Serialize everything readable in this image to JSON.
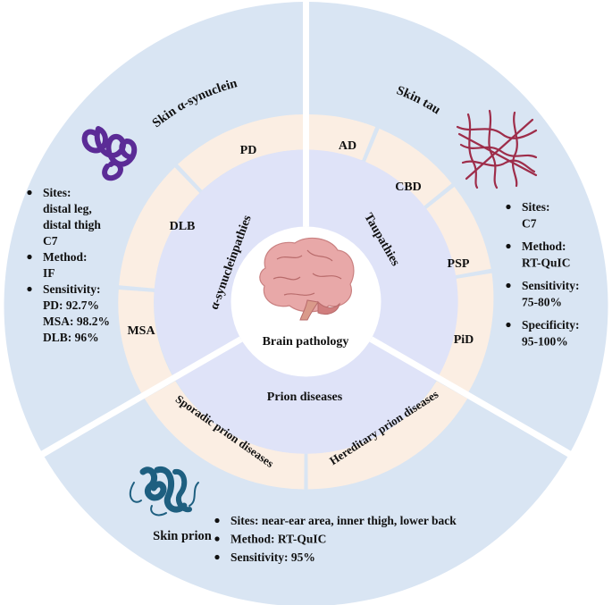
{
  "center": {
    "label": "Brain pathology",
    "icon": "brain-icon"
  },
  "colors": {
    "outer_ring": "#d9e5f3",
    "middle_ring": "#fbeee3",
    "inner_ring": "#dfe3f8",
    "center": "#ffffff",
    "divider": "#ffffff",
    "synuclein_icon": "#5b2b96",
    "tau_icon": "#9e2d4a",
    "prion_icon": "#1e5f80",
    "brain_icon": "#e8a8a8"
  },
  "sectors": {
    "synuclein": {
      "inner_label": "α-synucleinpathies",
      "diseases": [
        "PD",
        "DLB",
        "MSA"
      ],
      "outer_title": "Skin α-synuclein",
      "icon": "alpha-synuclein-icon",
      "bullets": [
        {
          "lines": [
            "Sites:",
            "distal leg,",
            "distal thigh",
            "C7"
          ]
        },
        {
          "lines": [
            "Method:",
            "IF"
          ]
        },
        {
          "lines": [
            "Sensitivity:",
            "PD: 92.7%",
            "MSA: 98.2%",
            "DLB: 96%"
          ]
        }
      ]
    },
    "tau": {
      "inner_label": "Taupathies",
      "diseases": [
        "AD",
        "CBD",
        "PSP",
        "PiD"
      ],
      "outer_title": "Skin tau",
      "icon": "tau-fibril-icon",
      "bullets": [
        {
          "lines": [
            "Sites:",
            "C7"
          ]
        },
        {
          "lines": [
            "Method:",
            "RT-QuIC"
          ]
        },
        {
          "lines": [
            "Sensitivity:",
            "75-80%"
          ]
        },
        {
          "lines": [
            "Specificity:",
            "95-100%"
          ]
        }
      ]
    },
    "prion": {
      "inner_label": "Prion diseases",
      "diseases": [
        "Sporadic  prion diseases",
        "Hereditary prion diseases"
      ],
      "outer_title": "Skin prion",
      "icon": "prion-protein-icon",
      "bullets": [
        {
          "lines": [
            "Sites: near-ear area, inner thigh, lower back"
          ]
        },
        {
          "lines": [
            "Method: RT-QuIC"
          ]
        },
        {
          "lines": [
            "Sensitivity: 95%"
          ]
        }
      ]
    }
  }
}
